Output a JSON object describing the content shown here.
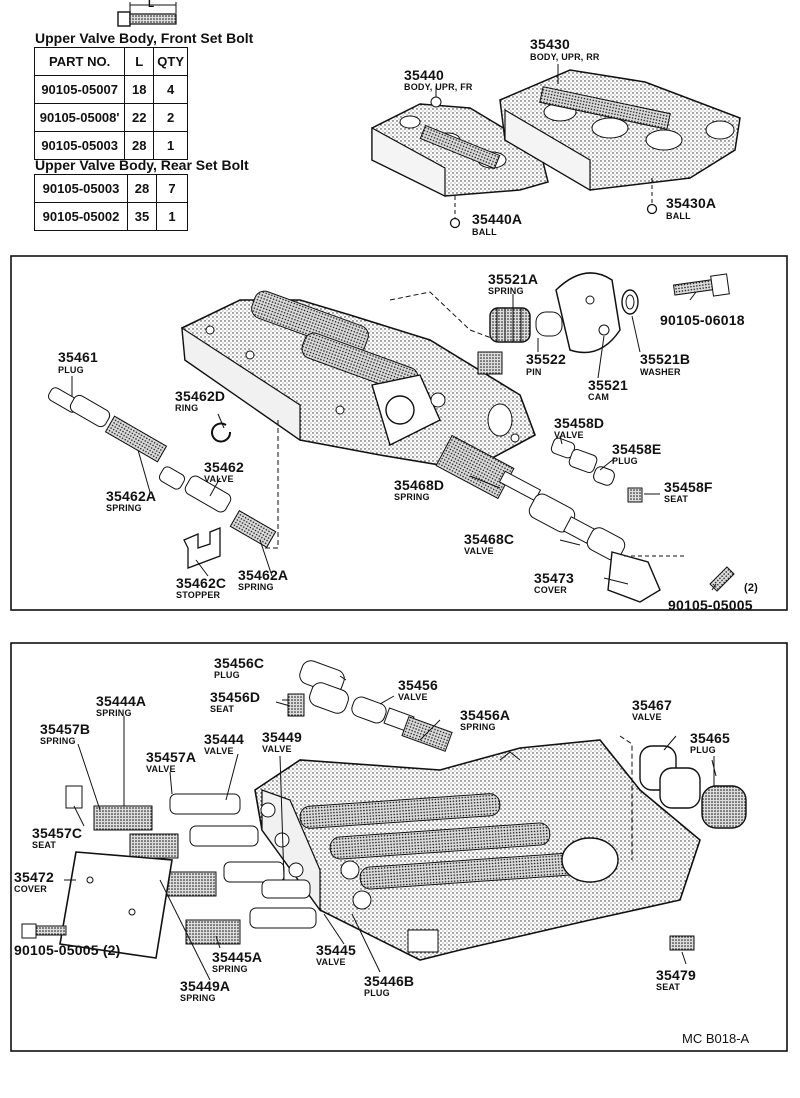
{
  "front_table": {
    "title": "Upper Valve Body, Front Set Bolt",
    "headers": [
      "PART NO.",
      "L",
      "QTY"
    ],
    "rows": [
      [
        "90105-05007",
        "18",
        "4"
      ],
      [
        "90105-05008'",
        "22",
        "2"
      ],
      [
        "90105-05003",
        "28",
        "1"
      ]
    ]
  },
  "rear_table": {
    "title": "Upper Valve Body, Rear Set Bolt",
    "rows": [
      [
        "90105-05003",
        "28",
        "7"
      ],
      [
        "90105-05002",
        "35",
        "1"
      ]
    ]
  },
  "bolt_dimension_label": "L",
  "top_callouts": {
    "c35430": {
      "num": "35430",
      "name": "BODY, UPR, RR"
    },
    "c35440": {
      "num": "35440",
      "name": "BODY, UPR, FR"
    },
    "c35440A": {
      "num": "35440A",
      "name": "BALL"
    },
    "c35430A": {
      "num": "35430A",
      "name": "BALL"
    }
  },
  "mid_callouts": {
    "c35521A": {
      "num": "35521A",
      "name": "SPRING"
    },
    "c9010506018": {
      "num": "90105-06018",
      "name": ""
    },
    "c35522": {
      "num": "35522",
      "name": "PIN"
    },
    "c35521B": {
      "num": "35521B",
      "name": "WASHER"
    },
    "c35521": {
      "num": "35521",
      "name": "CAM"
    },
    "c35461": {
      "num": "35461",
      "name": "PLUG"
    },
    "c35462D": {
      "num": "35462D",
      "name": "RING"
    },
    "c35458D": {
      "num": "35458D",
      "name": "VALVE"
    },
    "c35458E": {
      "num": "35458E",
      "name": "PLUG"
    },
    "c35462": {
      "num": "35462",
      "name": "VALVE"
    },
    "c35468D": {
      "num": "35468D",
      "name": "SPRING"
    },
    "c35458F": {
      "num": "35458F",
      "name": "SEAT"
    },
    "c35462A1": {
      "num": "35462A",
      "name": "SPRING"
    },
    "c35468C": {
      "num": "35468C",
      "name": "VALVE"
    },
    "c35462C": {
      "num": "35462C",
      "name": "STOPPER"
    },
    "c35462A2": {
      "num": "35462A",
      "name": "SPRING"
    },
    "c35473": {
      "num": "35473",
      "name": "COVER"
    },
    "c9010505005": {
      "num": "90105-05005",
      "name": "(2)"
    }
  },
  "bottom_callouts": {
    "c35456C": {
      "num": "35456C",
      "name": "PLUG"
    },
    "c35456": {
      "num": "35456",
      "name": "VALVE"
    },
    "c35456D": {
      "num": "35456D",
      "name": "SEAT"
    },
    "c35444A": {
      "num": "35444A",
      "name": "SPRING"
    },
    "c35456A": {
      "num": "35456A",
      "name": "SPRING"
    },
    "c35467": {
      "num": "35467",
      "name": "VALVE"
    },
    "c35457B": {
      "num": "35457B",
      "name": "SPRING"
    },
    "c35465": {
      "num": "35465",
      "name": "PLUG"
    },
    "c35444": {
      "num": "35444",
      "name": "VALVE"
    },
    "c35449": {
      "num": "35449",
      "name": "VALVE"
    },
    "c35457A": {
      "num": "35457A",
      "name": "VALVE"
    },
    "c35457C": {
      "num": "35457C",
      "name": "SEAT"
    },
    "c35472": {
      "num": "35472",
      "name": "COVER"
    },
    "c9010505005b": {
      "num": "90105-05005 (2)",
      "name": ""
    },
    "c35445A": {
      "num": "35445A",
      "name": "SPRING"
    },
    "c35445": {
      "num": "35445",
      "name": "VALVE"
    },
    "c35479": {
      "num": "35479",
      "name": "SEAT"
    },
    "c35449A": {
      "num": "35449A",
      "name": "SPRING"
    },
    "c35446B": {
      "num": "35446B",
      "name": "PLUG"
    }
  },
  "diagram_code": "MC B018-A"
}
